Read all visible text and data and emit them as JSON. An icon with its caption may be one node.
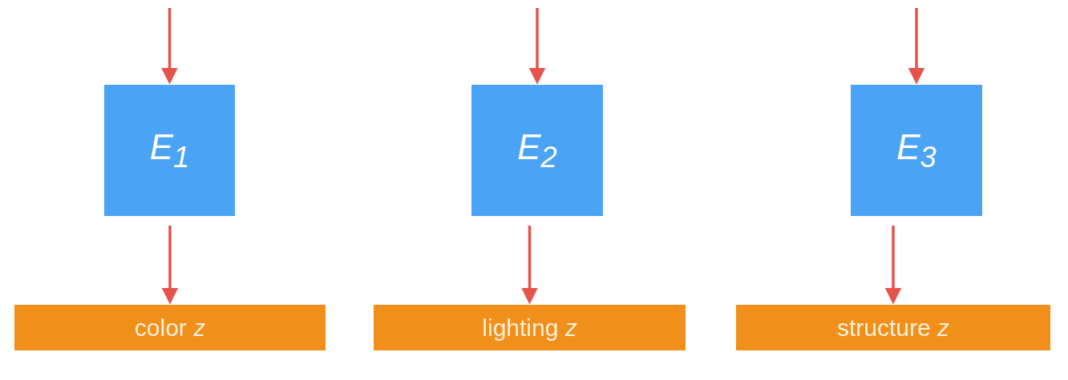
{
  "diagram": {
    "nodes": [
      {
        "text": [
          "E$_{1}$"
        ]
      },
      {
        "text": [
          "E$_{2}$"
        ]
      },
      {
        "text": [
          "E$_{3}$"
        ]
      },
      {
        "text": [
          "color *z*"
        ]
      },
      {
        "text": [
          "lighting *z*"
        ]
      },
      {
        "text": [
          "structure *z*"
        ]
      }
    ],
    "edges": [
      {
        "from": null,
        "to": 0,
        "arrow": "to"
      },
      {
        "from": null,
        "to": 1,
        "arrow": "to"
      },
      {
        "from": null,
        "to": 2,
        "arrow": "to"
      },
      {
        "from": 0,
        "to": 3,
        "arrow": "to"
      },
      {
        "from": 1,
        "to": 4,
        "arrow": "to"
      },
      {
        "from": 2,
        "to": 5,
        "arrow": "to"
      }
    ]
  }
}
